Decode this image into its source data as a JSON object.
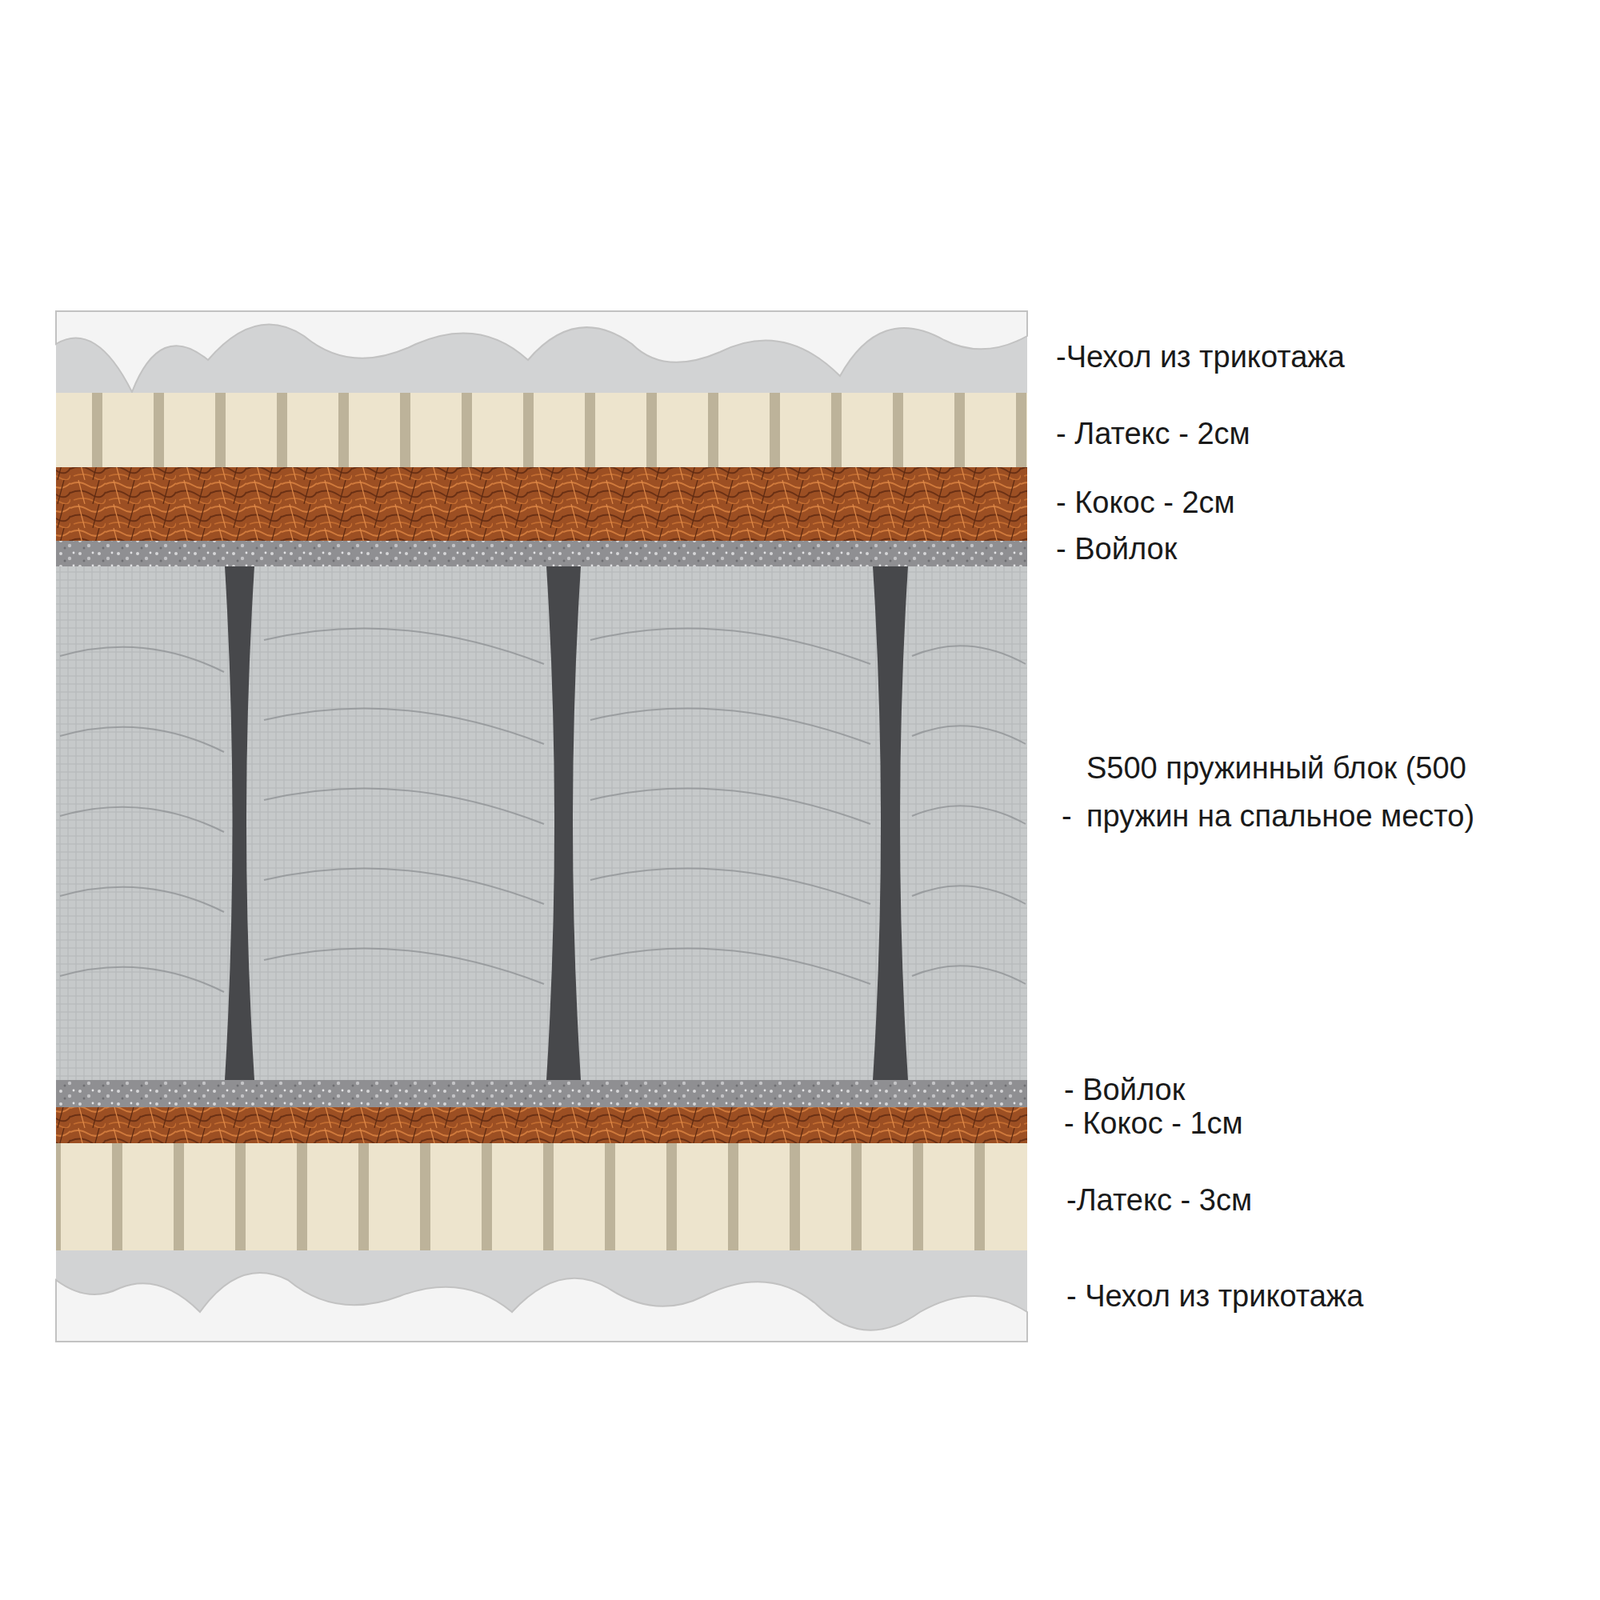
{
  "diagram": {
    "labels": [
      "-Чехол из трикотажа",
      "- Латекс - 2см",
      "- Кокос - 2см",
      "- Войлок",
      "S500 пружинный блок (500 пружин на спальное место)",
      "-",
      "- Войлок",
      "- Кокос - 1см",
      "-Латекс - 3см",
      "- Чехол из трикотажа"
    ]
  }
}
